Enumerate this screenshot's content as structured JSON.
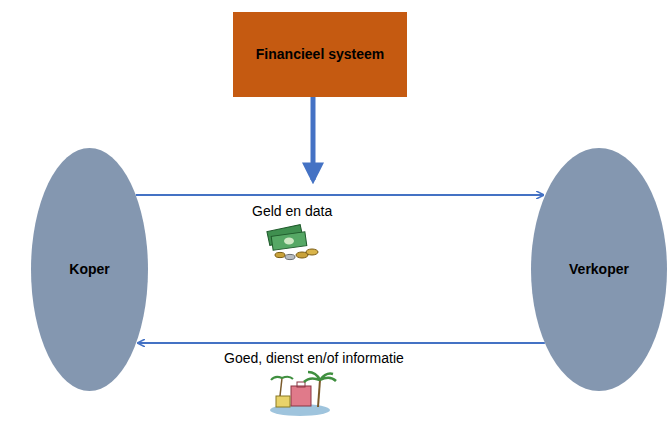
{
  "diagram": {
    "nodes": [
      {
        "text": [
          "Financieel systeem"
        ]
      },
      {
        "text": [
          "Koper"
        ]
      },
      {
        "text": [
          "Verkoper"
        ]
      }
    ],
    "edges": [
      {
        "from": 1,
        "to": 2,
        "arrow": "to",
        "label": "Geld en data"
      },
      {
        "from": 2,
        "to": 1,
        "arrow": "to",
        "label": "Goed, dienst en/of informatie"
      }
    ]
  }
}
